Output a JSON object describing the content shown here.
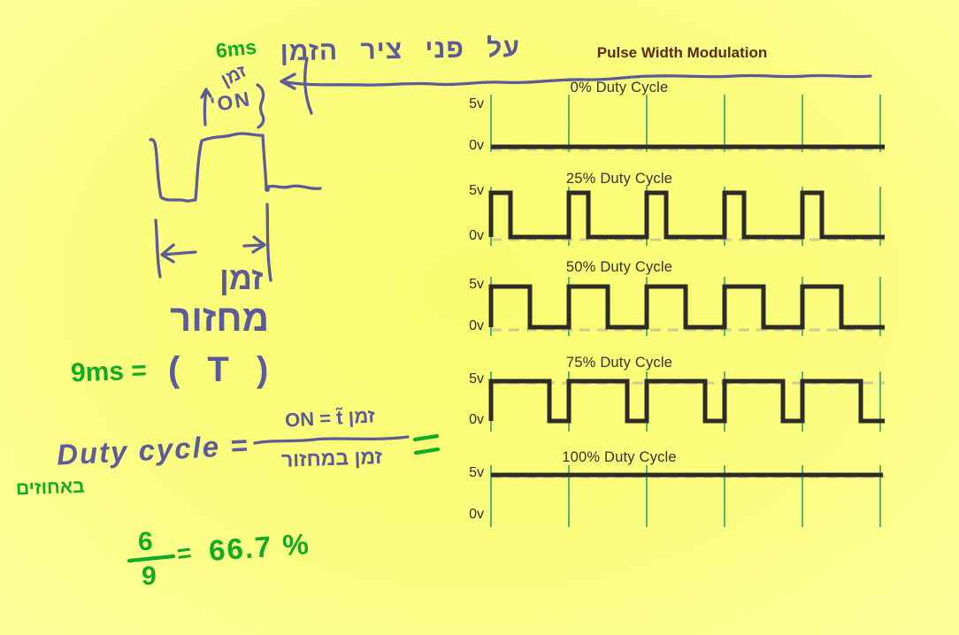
{
  "chart": {
    "title": "Pulse Width Modulation",
    "high_label": "5v",
    "low_label": "0v",
    "panels": [
      {
        "label": "0% Duty Cycle",
        "duty": 0
      },
      {
        "label": "25% Duty Cycle",
        "duty": 25
      },
      {
        "label": "50% Duty Cycle",
        "duty": 50
      },
      {
        "label": "75% Duty Cycle",
        "duty": 75
      },
      {
        "label": "100% Duty Cycle",
        "duty": 100
      }
    ]
  },
  "handwriting": {
    "six_ms": "6ms",
    "zman_small": "זמן",
    "on_label": "'ON",
    "axis_phrase": "על פני ציר הזמן",
    "cycle_time_word1": "זמן",
    "cycle_time_word2": "מחזור",
    "nine_ms": "9ms =",
    "t_period": "( T )",
    "duty_cycle_lhs": "Duty cycle =",
    "fraction_numerator": "זמן ON = t̃",
    "fraction_denominator": "זמן במחזור",
    "in_percent": "באחוזים",
    "calc_numerator": "6",
    "calc_denominator": "9",
    "calc_equals": "=",
    "calc_result": "66.7 %"
  },
  "colors": {
    "background": "#fbfd7f",
    "ink_blue": "#5c5a99",
    "ink_green": "#12ab26",
    "grid_green": "#3fa76b",
    "wave_black": "#2d2b27",
    "title_brown": "#5a2a12",
    "label_dark": "#36312b"
  },
  "chart_data": {
    "type": "line",
    "subtype": "pwm-square-waves",
    "title": "Pulse Width Modulation",
    "panels": [
      {
        "label": "0% Duty Cycle",
        "duty_percent": 0
      },
      {
        "label": "25% Duty Cycle",
        "duty_percent": 25
      },
      {
        "label": "50% Duty Cycle",
        "duty_percent": 50
      },
      {
        "label": "75% Duty Cycle",
        "duty_percent": 75
      },
      {
        "label": "100% Duty Cycle",
        "duty_percent": 100
      }
    ],
    "periods_shown": 5,
    "y_levels": {
      "high": "5v",
      "low": "0v"
    },
    "grid": "vertical period-boundary lines, grid on",
    "annotations": {
      "on_time_ms": 6,
      "period_ms": 9,
      "duty_cycle_result": "6/9 = 66.7 %"
    }
  }
}
